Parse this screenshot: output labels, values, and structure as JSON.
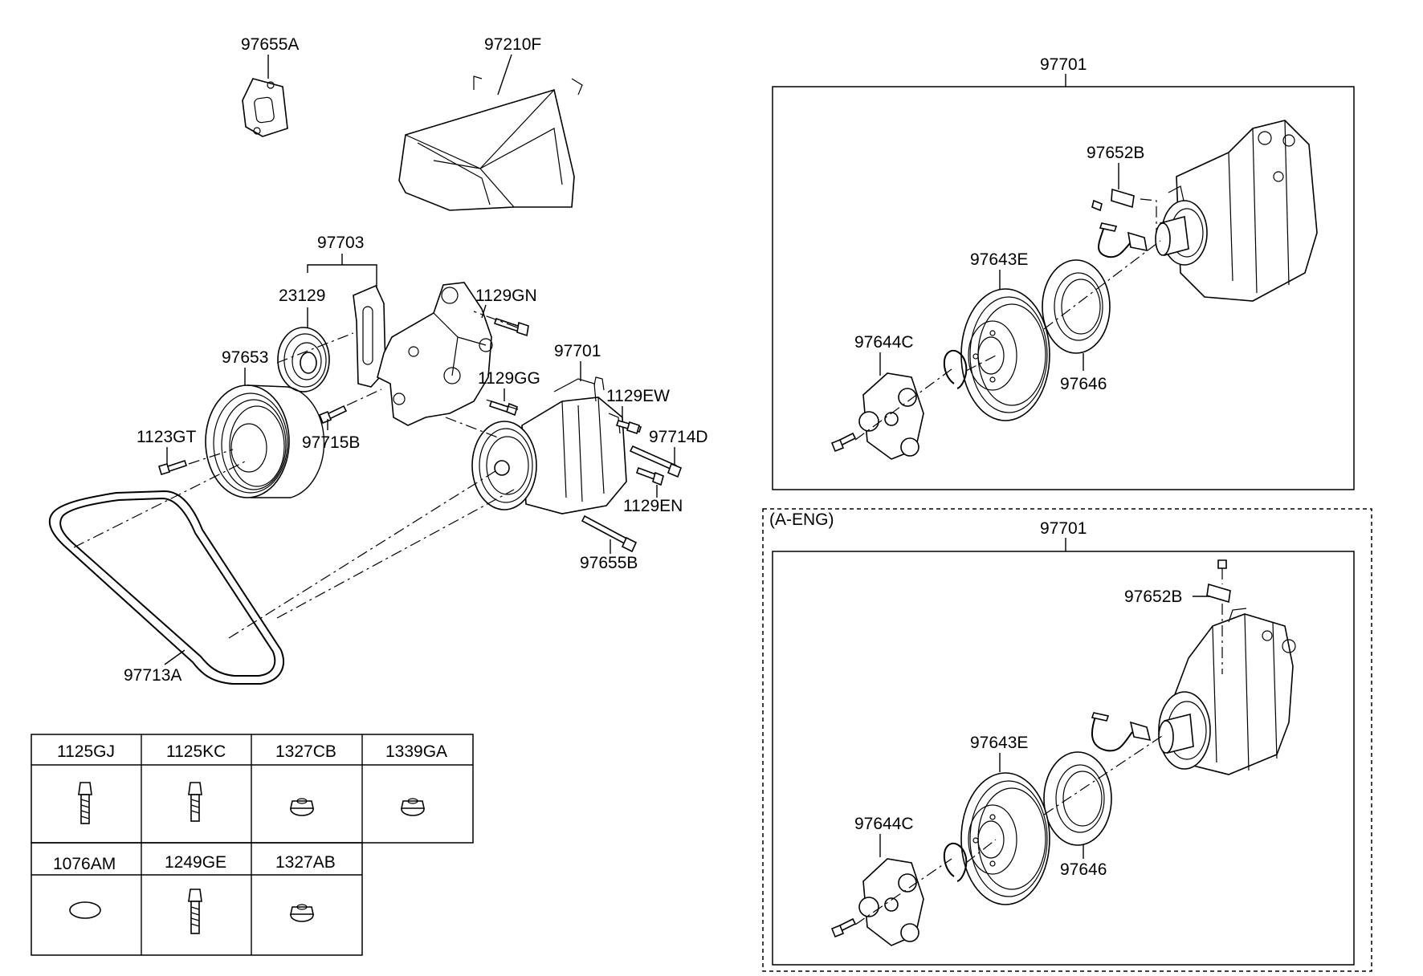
{
  "diagram": {
    "callouts": {
      "p97655A": "97655A",
      "p97210F": "97210F",
      "p97703": "97703",
      "p23129": "23129",
      "p1129GN": "1129GN",
      "p97653": "97653",
      "p97701_main": "97701",
      "p1129GG": "1129GG",
      "p1129EW": "1129EW",
      "p1123GT": "1123GT",
      "p97715B": "97715B",
      "p97714D": "97714D",
      "p1129EN": "1129EN",
      "p97655B": "97655B",
      "p97713A": "97713A"
    },
    "detail_top": {
      "title": "97701",
      "labels": {
        "p97652B": "97652B",
        "p97643E": "97643E",
        "p97644C": "97644C",
        "p97646": "97646"
      }
    },
    "detail_bottom": {
      "variant": "(A-ENG)",
      "title": "97701",
      "labels": {
        "p97652B": "97652B",
        "p97643E": "97643E",
        "p97644C": "97644C",
        "p97646": "97646"
      }
    },
    "fastener_table": {
      "row1": [
        "1125GJ",
        "1125KC",
        "1327CB",
        "1339GA"
      ],
      "row2": [
        "1076AM",
        "1249GE",
        "1327AB"
      ]
    }
  }
}
